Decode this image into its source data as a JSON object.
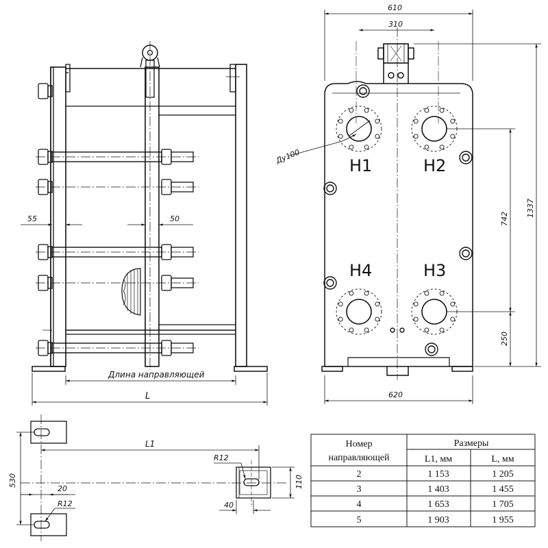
{
  "side_view": {
    "dim_55": "55",
    "dim_50": "50",
    "guide_length_label": "Длина направляющей",
    "dim_L": "L"
  },
  "front_view": {
    "dim_610": "610",
    "dim_310": "310",
    "dim_620": "620",
    "dim_1337": "1337",
    "dim_742": "742",
    "dim_250": "250",
    "nozzle_label": "Ду100",
    "ports": {
      "h1": "Н1",
      "h2": "Н2",
      "h3": "Н3",
      "h4": "Н4"
    }
  },
  "guide_detail": {
    "dim_L1": "L1",
    "dim_530": "530",
    "dim_20": "20",
    "dim_40": "40",
    "dim_110": "110",
    "radius_top": "R12",
    "radius_bottom": "R12"
  },
  "table": {
    "header_guide_number_line1": "Номер",
    "header_guide_number_line2": "направляющей",
    "header_sizes": "Размеры",
    "header_L1": "L1, мм",
    "header_L": "L, мм",
    "rows": [
      {
        "n": "2",
        "l1": "1 153",
        "l": "1 205"
      },
      {
        "n": "3",
        "l1": "1 403",
        "l": "1 455"
      },
      {
        "n": "4",
        "l1": "1 653",
        "l": "1 705"
      },
      {
        "n": "5",
        "l1": "1 903",
        "l": "1 955"
      }
    ]
  }
}
